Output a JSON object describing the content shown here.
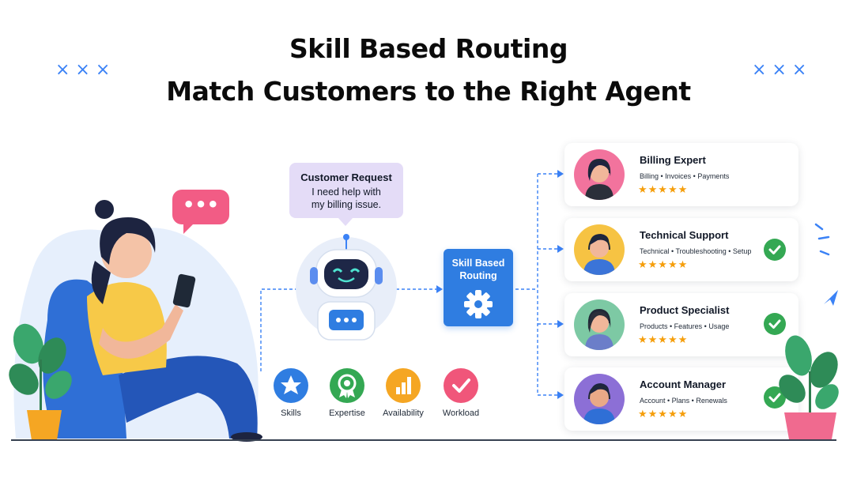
{
  "title": {
    "line1": "Skill Based Routing",
    "line2": "Match Customers to the Right Agent"
  },
  "decor": {
    "left_marks": "×××",
    "right_marks": "×××",
    "chat_bubble_dots": "•••"
  },
  "customer_request": {
    "title": "Customer Request",
    "line1": "I need help with",
    "line2": "my billing issue."
  },
  "router": {
    "line1": "Skill Based",
    "line2": "Routing",
    "icon": "gear-icon"
  },
  "factors": [
    {
      "label": "Skills",
      "icon": "star-icon",
      "color": "#2f7de1"
    },
    {
      "label": "Expertise",
      "icon": "award-icon",
      "color": "#34a853"
    },
    {
      "label": "Availability",
      "icon": "bar-chart-icon",
      "color": "#f5a623"
    },
    {
      "label": "Workload",
      "icon": "checkmark-icon",
      "color": "#f0567a"
    }
  ],
  "agents": [
    {
      "name": "Billing Expert",
      "skills": "Billing  •  Invoices  •  Payments",
      "stars": "★★★★★",
      "avatar_bg": "#f2739d",
      "matched": false
    },
    {
      "name": "Technical Support",
      "skills": "Technical  •  Troubleshooting  •  Setup",
      "stars": "★★★★★",
      "avatar_bg": "#f6c343",
      "matched": true
    },
    {
      "name": "Product Specialist",
      "skills": "Products  •  Features  •  Usage",
      "stars": "★★★★★",
      "avatar_bg": "#7dc9a4",
      "matched": true
    },
    {
      "name": "Account Manager",
      "skills": "Account  •  Plans  •  Renewals",
      "stars": "★★★★★",
      "avatar_bg": "#8c6fd6",
      "matched": true
    }
  ],
  "colors": {
    "accent_blue": "#2f7de1",
    "check_green": "#34a853",
    "star_gold": "#f59e0b",
    "request_bubble": "#e4dcf7"
  }
}
